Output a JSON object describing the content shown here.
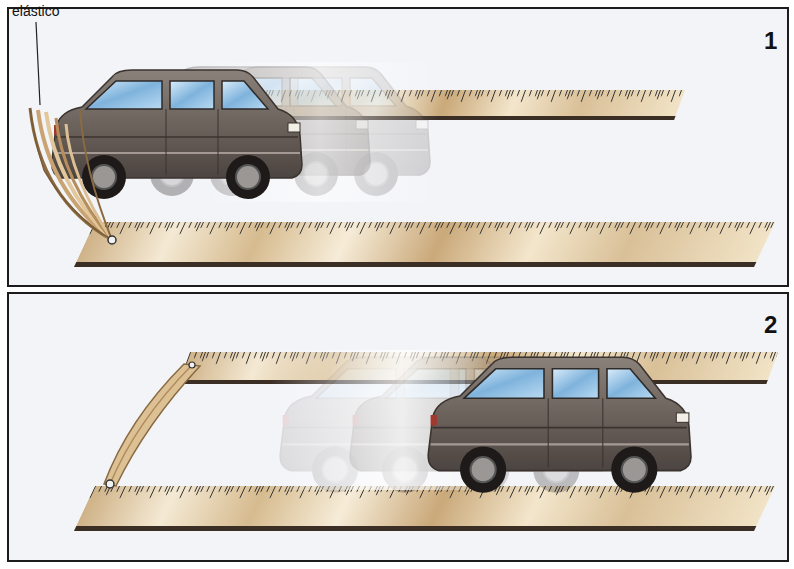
{
  "diagram": {
    "labels": [
      "elástico",
      "1",
      "2"
    ]
  }
}
